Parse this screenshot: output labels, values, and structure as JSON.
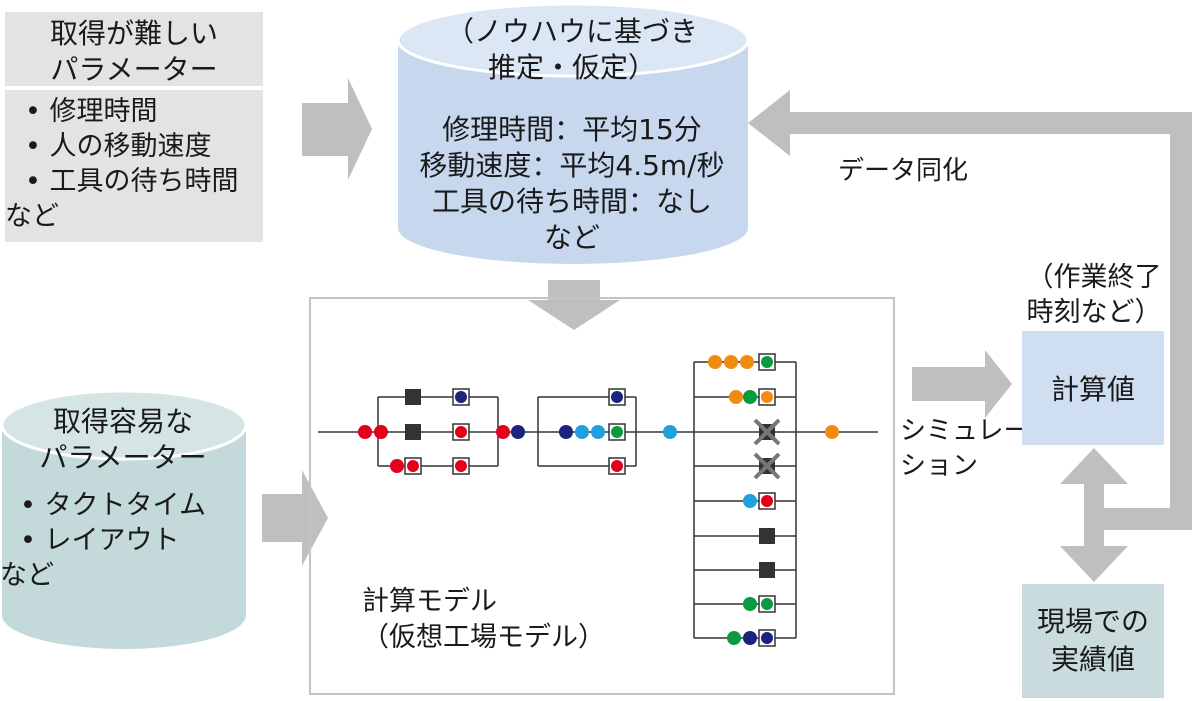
{
  "hard_params": {
    "title_line1": "取得が難しい",
    "title_line2": "パラメーター",
    "items": [
      "修理時間",
      "人の移動速度",
      "工具の待ち時間"
    ],
    "note": "など"
  },
  "knowhow_db": {
    "header_line1": "（ノウハウに基づき",
    "header_line2": "推定・仮定）",
    "lines": [
      "修理時間：平均15分",
      "移動速度：平均4.5m/秒",
      "工具の待ち時間：なし",
      "など"
    ]
  },
  "easy_params": {
    "title_line1": "取得容易な",
    "title_line2": "パラメーター",
    "items": [
      "タクトタイム",
      "レイアウト"
    ],
    "note": "など"
  },
  "model": {
    "label_line1": "計算モデル",
    "label_line2": "（仮想工場モデル）"
  },
  "simulation_label_line1": "シミュレー",
  "simulation_label_line2": "ション",
  "calc_note_line1": "（作業終了",
  "calc_note_line2": "時刻など）",
  "calc_value": "計算値",
  "actual_line1": "現場での",
  "actual_line2": "実績値",
  "sync_label": "データ同化",
  "colors": {
    "red": "#e2001a",
    "navy": "#1a237e",
    "cyan": "#1ea0dc",
    "green": "#0a9a40",
    "orange": "#f08a10",
    "arrow": "#bfbfbf"
  }
}
